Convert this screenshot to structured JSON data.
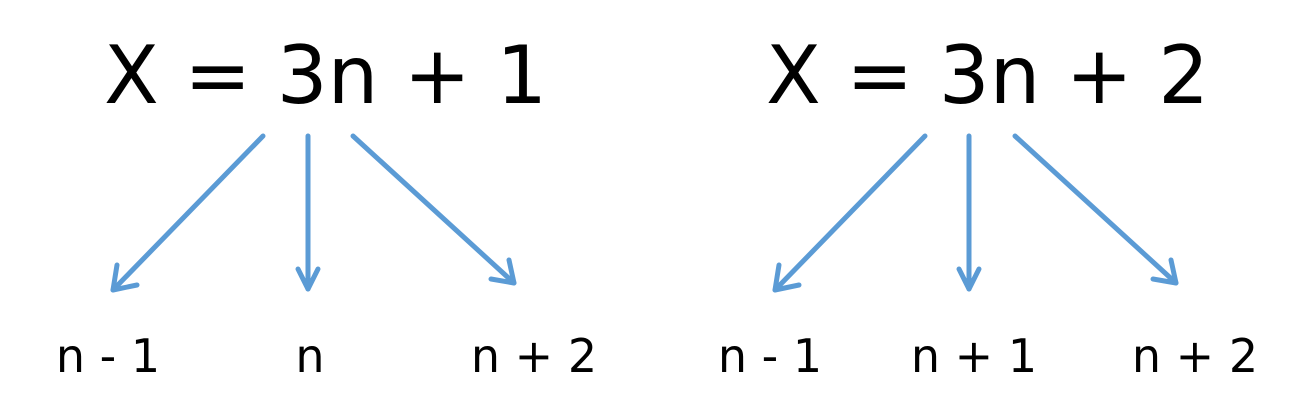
{
  "left": {
    "formula": "X = 3n + 1",
    "results": [
      "n - 1",
      "n",
      "n + 2"
    ]
  },
  "right": {
    "formula": "X = 3n + 2",
    "results": [
      "n - 1",
      "n + 1",
      "n + 2"
    ]
  },
  "arrow_color": "#5b9bd5"
}
